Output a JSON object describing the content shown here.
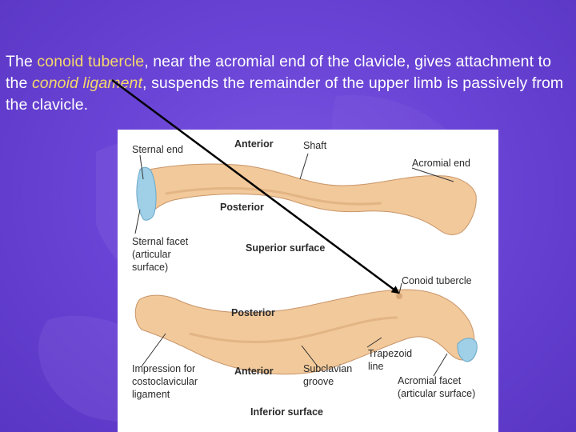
{
  "caption": {
    "part1": "The ",
    "term1": "conoid tubercle",
    "part2": ", near the acromial end of the clavicle, gives attachment to the ",
    "term2": "conoid ligament",
    "part3": ", suspends the remainder of the upper limb is passively from the clavicle."
  },
  "figure": {
    "labels": {
      "sternal_end": "Sternal end",
      "anterior_top": "Anterior",
      "shaft": "Shaft",
      "acromial_end": "Acromial end",
      "posterior_top": "Posterior",
      "sternal_facet_1": "Sternal facet",
      "sternal_facet_2": "(articular",
      "sternal_facet_3": "surface)",
      "superior_surface": "Superior surface",
      "conoid_tubercle": "Conoid tubercle",
      "posterior_bottom": "Posterior",
      "trapezoid_1": "Trapezoid",
      "trapezoid_2": "line",
      "impression_1": "Impression for",
      "impression_2": "costoclavicular",
      "impression_3": "ligament",
      "anterior_bottom": "Anterior",
      "subclavian_1": "Subclavian",
      "subclavian_2": "groove",
      "acromial_facet_1": "Acromial facet",
      "acromial_facet_2": "(articular surface)",
      "inferior_surface": "Inferior surface"
    }
  },
  "colors": {
    "background": "#6a44d6",
    "highlight": "#f5d86a",
    "bone": "#f2c99a",
    "bone_shade": "#d9a878",
    "cartilage": "#9fd0e8"
  }
}
